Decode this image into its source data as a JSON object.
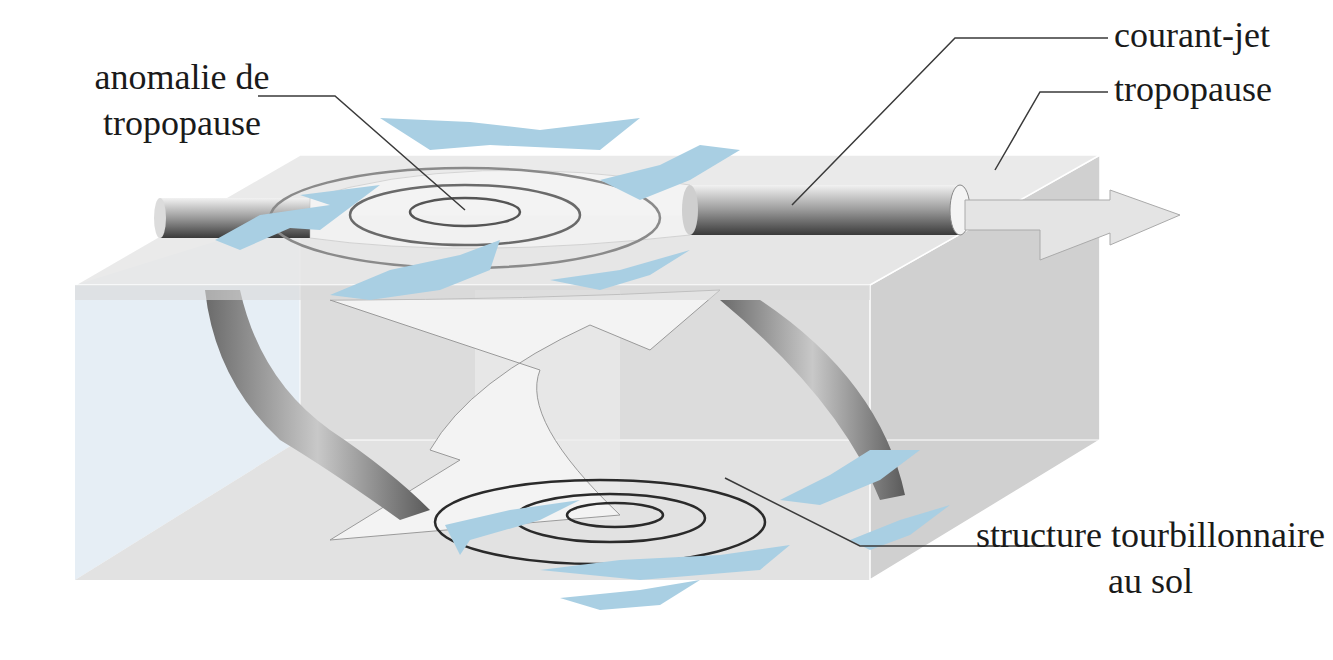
{
  "diagram": {
    "labels": [
      "anomalie de tropopause",
      "courant-jet",
      "tropopause",
      "structure tourbillonnaire au sol"
    ]
  }
}
